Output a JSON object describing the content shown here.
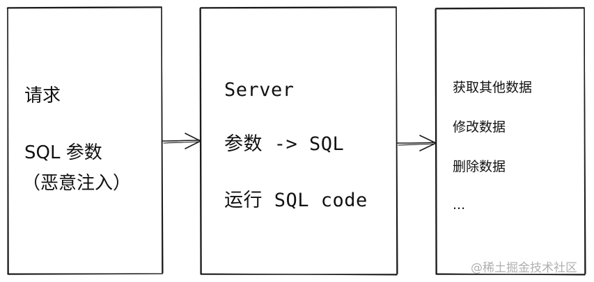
{
  "boxes": {
    "client": {
      "line1": "请求",
      "line2": "SQL 参数",
      "line3": "（恶意注入）"
    },
    "server": {
      "line1": "Server",
      "line2": "参数 -> SQL",
      "line3": "运行 SQL code"
    },
    "database": {
      "line1": "获取其他数据",
      "line2": "修改数据",
      "line3": "删除数据",
      "line4": "..."
    }
  },
  "watermark": "@稀土掘金技术社区",
  "colors": {
    "stroke": "#1a1a1a",
    "text": "#111111",
    "watermark": "#b0b0b0",
    "background": "#ffffff"
  }
}
